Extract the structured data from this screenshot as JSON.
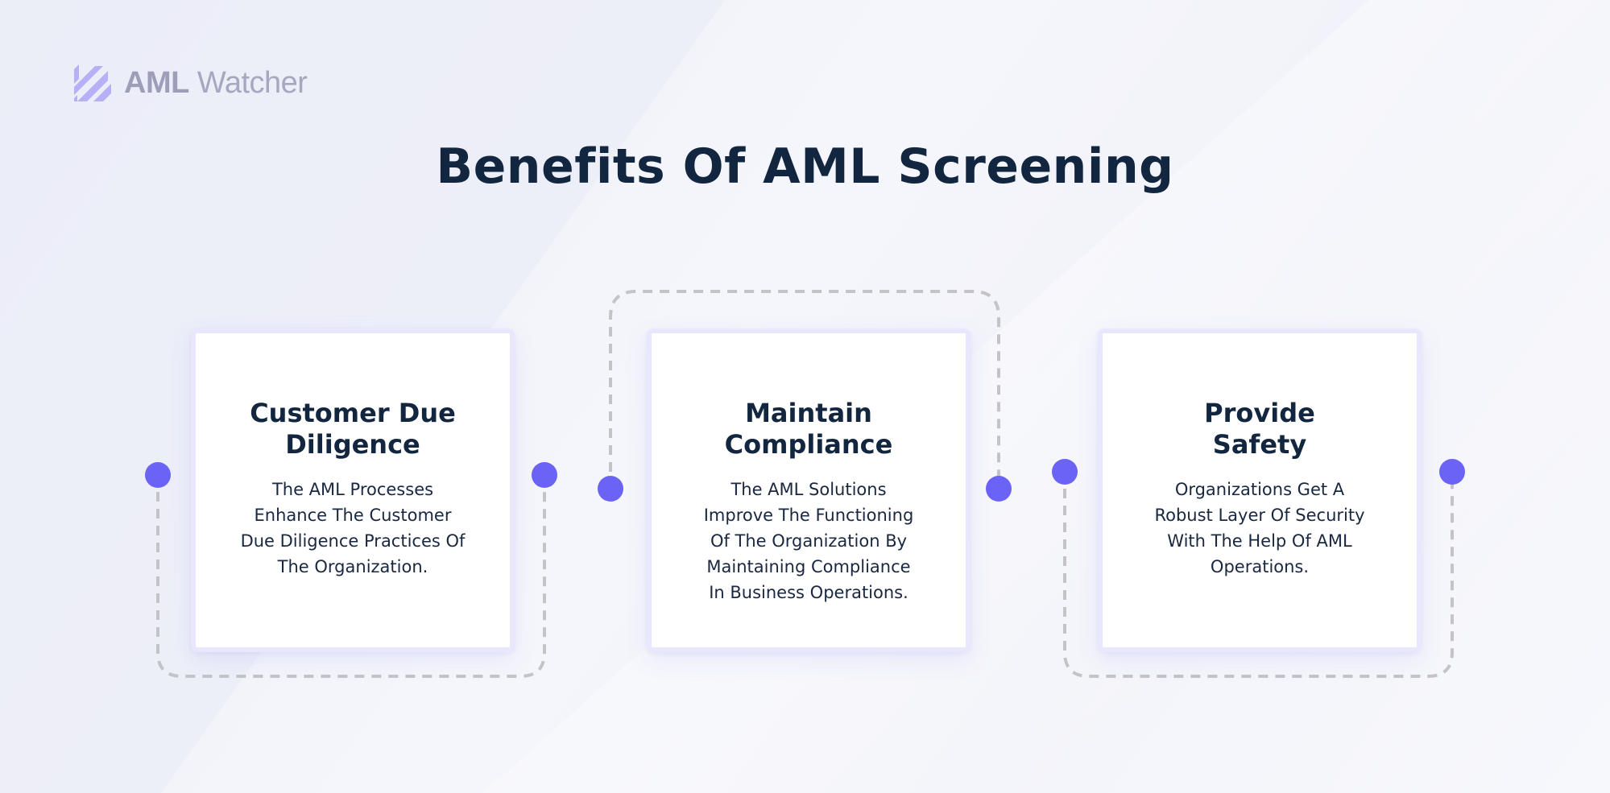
{
  "brand": {
    "name_bold": "AML",
    "name_light": " Watcher",
    "logo_icon": "striped-slash-icon",
    "accent_color": "#6b63f6",
    "logo_color": "#b8b0f7"
  },
  "title": "Benefits Of AML Screening",
  "cards": [
    {
      "title": "Customer Due\nDiligence",
      "text": "The AML Processes\nEnhance The Customer\nDue Diligence Practices Of\nThe Organization."
    },
    {
      "title": "Maintain\nCompliance",
      "text": "The AML Solutions\nImprove The Functioning\nOf The Organization By\nMaintaining Compliance\nIn Business Operations."
    },
    {
      "title": "Provide\nSafety",
      "text": "Organizations Get A\nRobust Layer Of Security\nWith The Help Of AML\nOperations."
    }
  ],
  "colors": {
    "node": "#6b63f6",
    "connector": "#c4c4c8",
    "title": "#12263f",
    "card_border": "#e8e7fd"
  }
}
